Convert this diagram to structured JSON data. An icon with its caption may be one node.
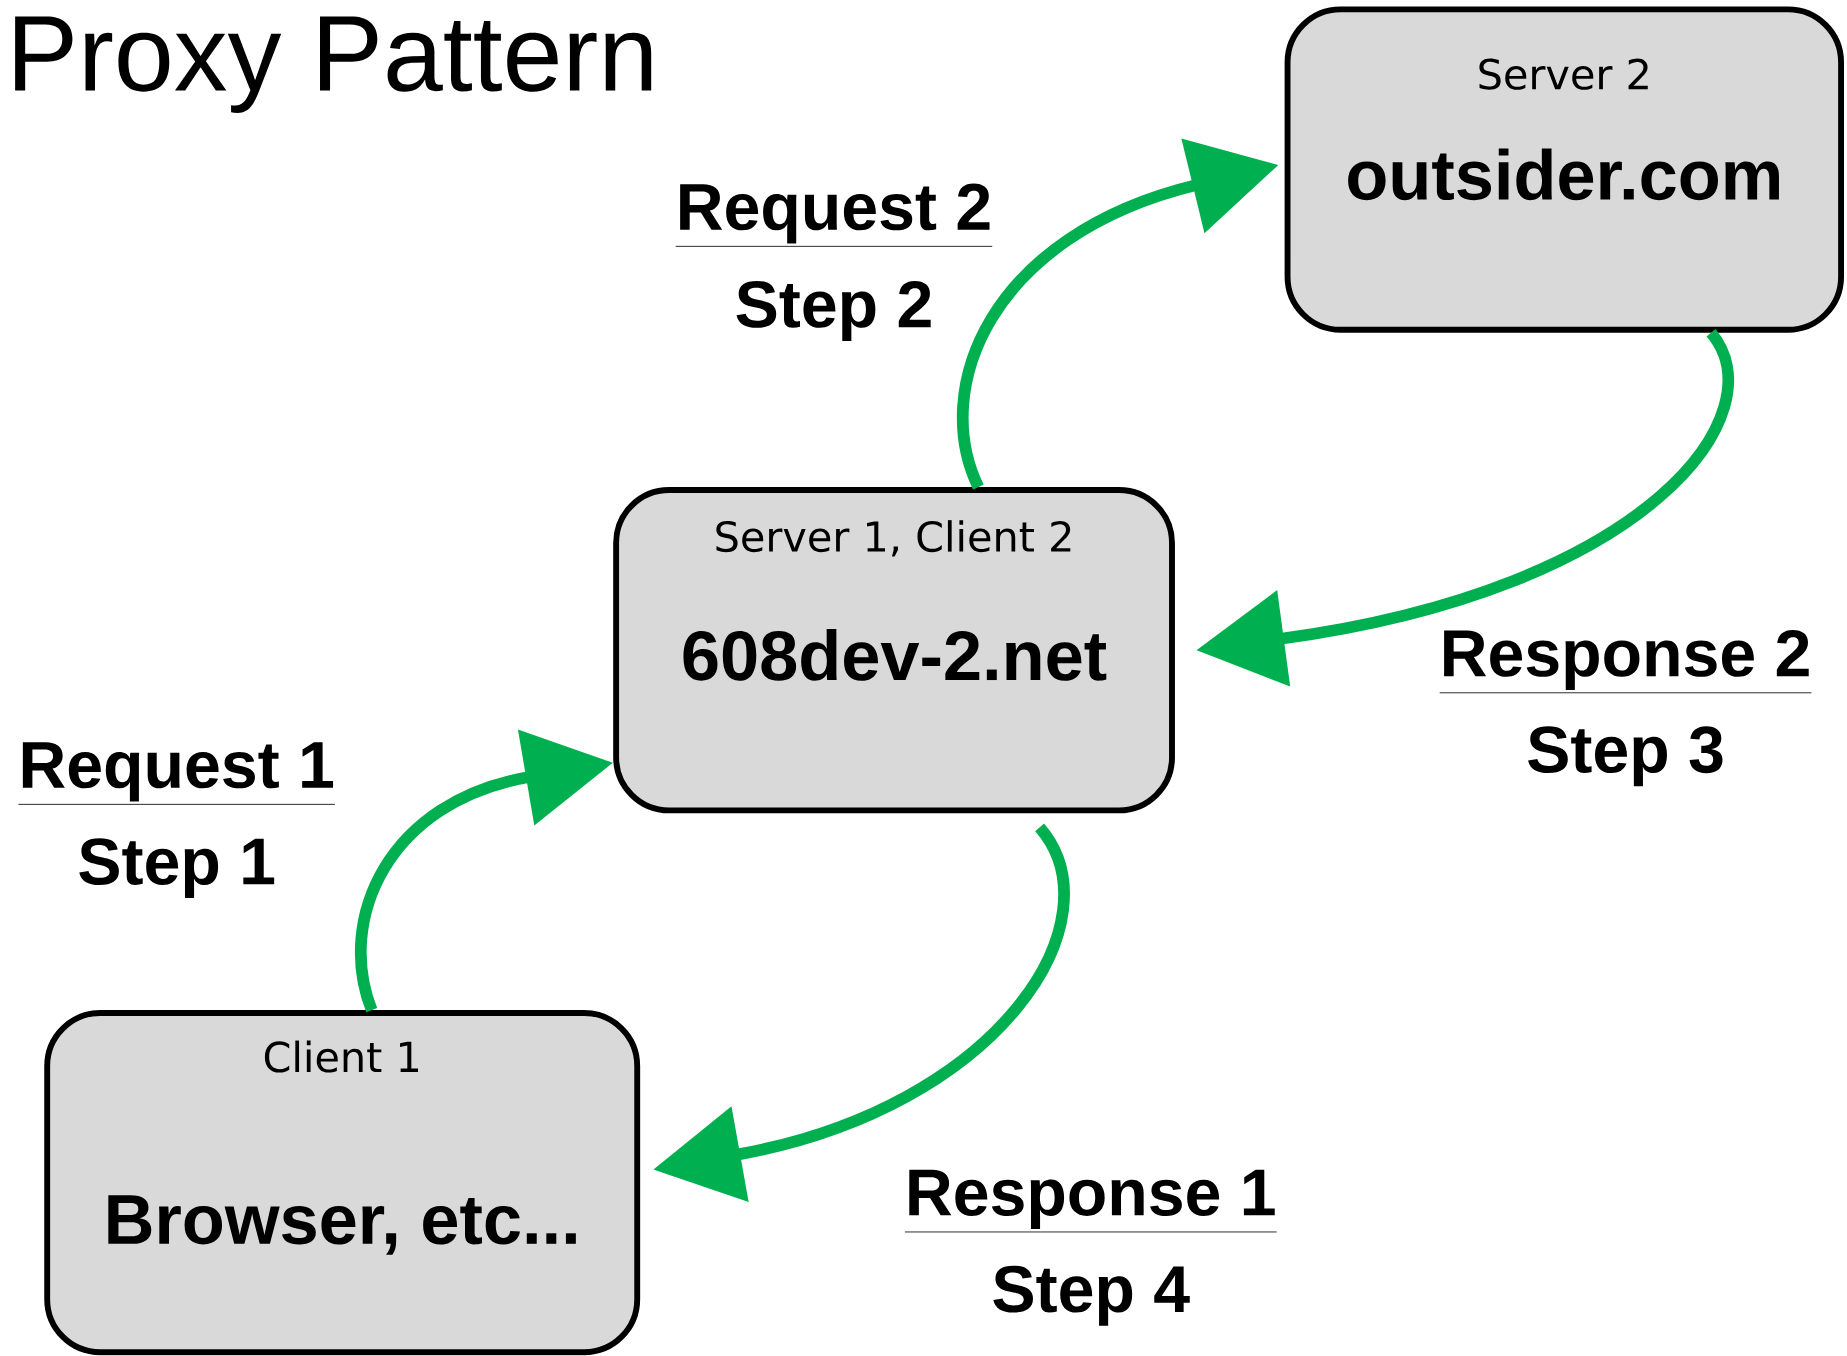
{
  "diagram": {
    "title": "Proxy Pattern",
    "nodes": [
      {
        "text": [
          "Server 2",
          "outsider.com"
        ]
      },
      {
        "text": [
          "Server 1, Client 2",
          "608dev-2.net"
        ]
      },
      {
        "text": [
          "Client 1",
          "Browser, etc..."
        ]
      }
    ],
    "edges": [
      {
        "from": 2,
        "to": 1,
        "arrow": "to"
      },
      {
        "from": 1,
        "to": 0,
        "arrow": "to"
      },
      {
        "from": 0,
        "to": 1,
        "arrow": "to"
      },
      {
        "from": 1,
        "to": 2,
        "arrow": "to"
      }
    ],
    "labels": [
      "Request 2",
      "Step 2",
      "Request 1",
      "Step 1",
      "Response 2",
      "Step 3",
      "Response 1",
      "Step 4"
    ]
  }
}
